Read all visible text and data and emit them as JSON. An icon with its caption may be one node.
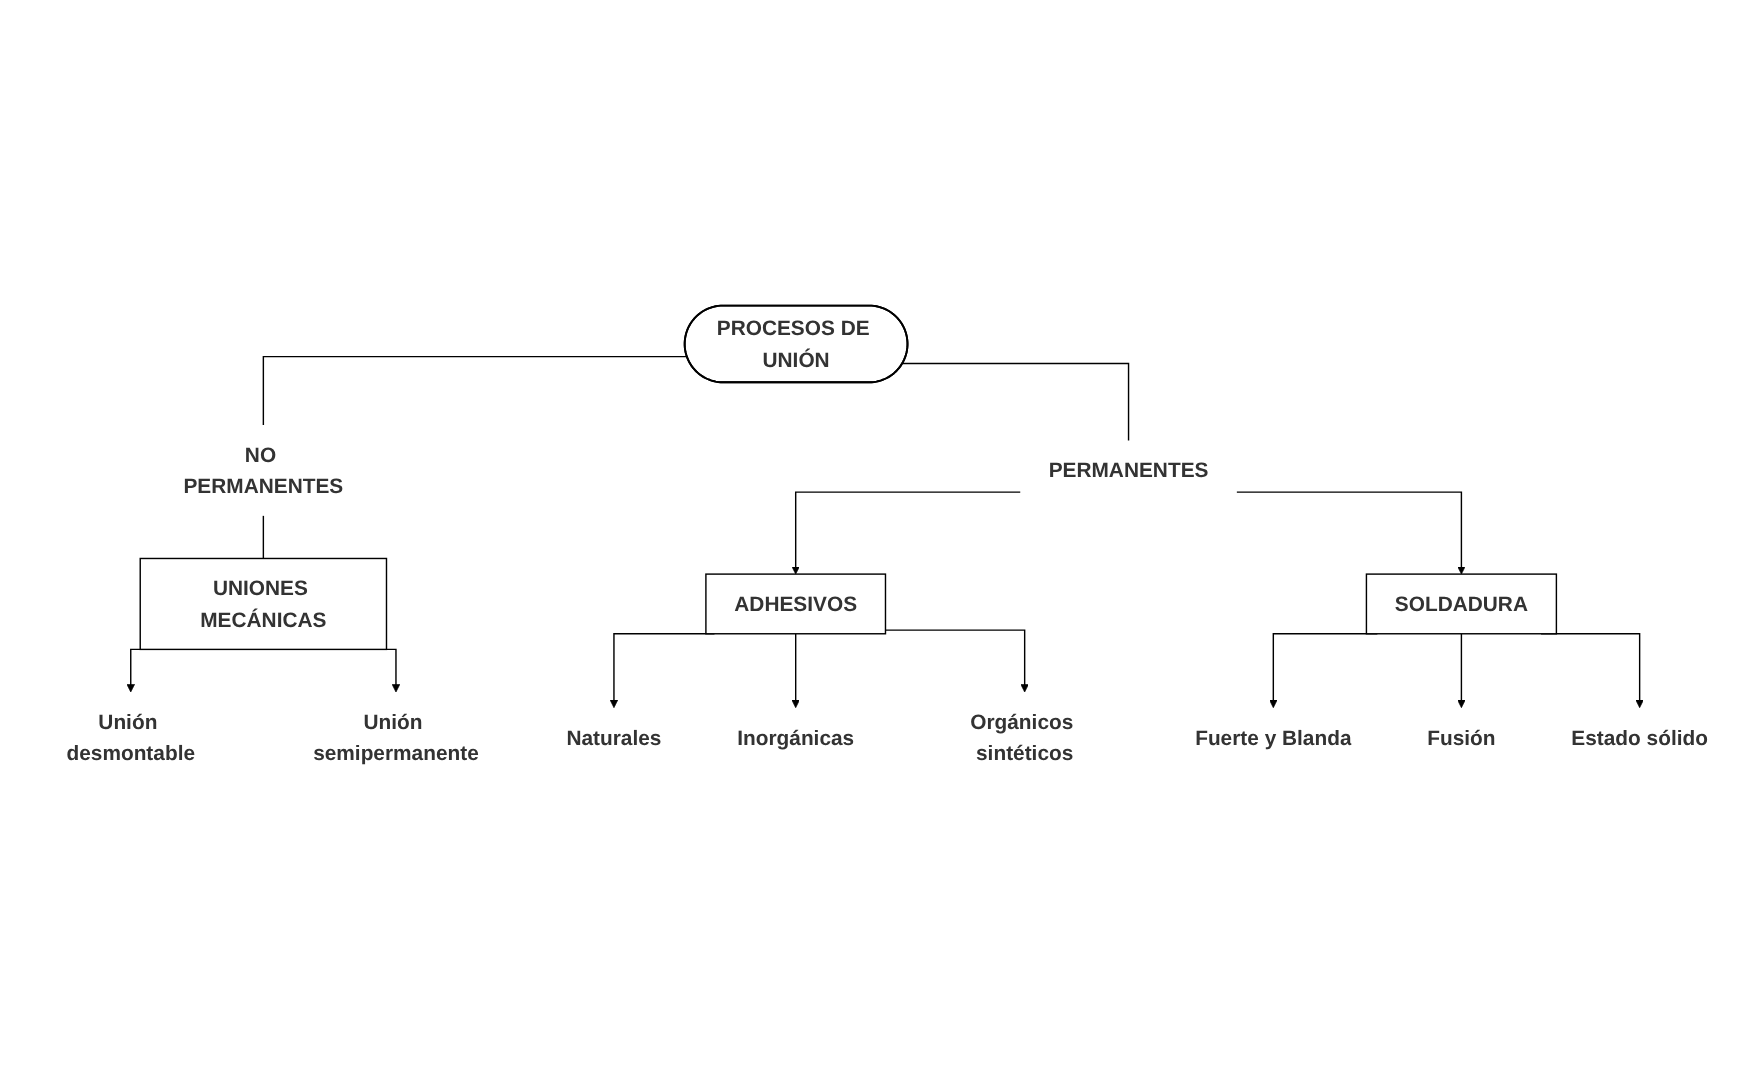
{
  "diagram": {
    "nodes": [
      {
        "text": [
          "PROCESOS DE UNIÓN"
        ]
      },
      {
        "text": [
          "NO PERMANENTES"
        ]
      },
      {
        "text": [
          "PERMANENTES"
        ]
      },
      {
        "text": [
          "UNIONES MECÁNICAS"
        ]
      },
      {
        "text": [
          "ADHESIVOS"
        ]
      },
      {
        "text": [
          "SOLDADURA"
        ]
      },
      {
        "text": [
          "Unión desmontable"
        ]
      },
      {
        "text": [
          "Unión semipermanente"
        ]
      },
      {
        "text": [
          "Naturales"
        ]
      },
      {
        "text": [
          "Inorgánicas"
        ]
      },
      {
        "text": [
          "Orgánicos sintéticos"
        ]
      },
      {
        "text": [
          "Fuerte y Blanda"
        ]
      },
      {
        "text": [
          "Fusión"
        ]
      },
      {
        "text": [
          "Estado sólido"
        ]
      }
    ],
    "edges": [
      {
        "from": 0,
        "to": 1,
        "arrow": "none"
      },
      {
        "from": 0,
        "to": 2,
        "arrow": "none"
      },
      {
        "from": 1,
        "to": 3,
        "arrow": "none"
      },
      {
        "from": 2,
        "to": 4,
        "arrow": "to"
      },
      {
        "from": 2,
        "to": 5,
        "arrow": "to"
      },
      {
        "from": 3,
        "to": 6,
        "arrow": "to"
      },
      {
        "from": 3,
        "to": 7,
        "arrow": "to"
      },
      {
        "from": 4,
        "to": 8,
        "arrow": "to"
      },
      {
        "from": 4,
        "to": 9,
        "arrow": "to"
      },
      {
        "from": 4,
        "to": 10,
        "arrow": "to"
      },
      {
        "from": 5,
        "to": 11,
        "arrow": "to"
      },
      {
        "from": 5,
        "to": 12,
        "arrow": "to"
      },
      {
        "from": 5,
        "to": 13,
        "arrow": "to"
      }
    ]
  }
}
